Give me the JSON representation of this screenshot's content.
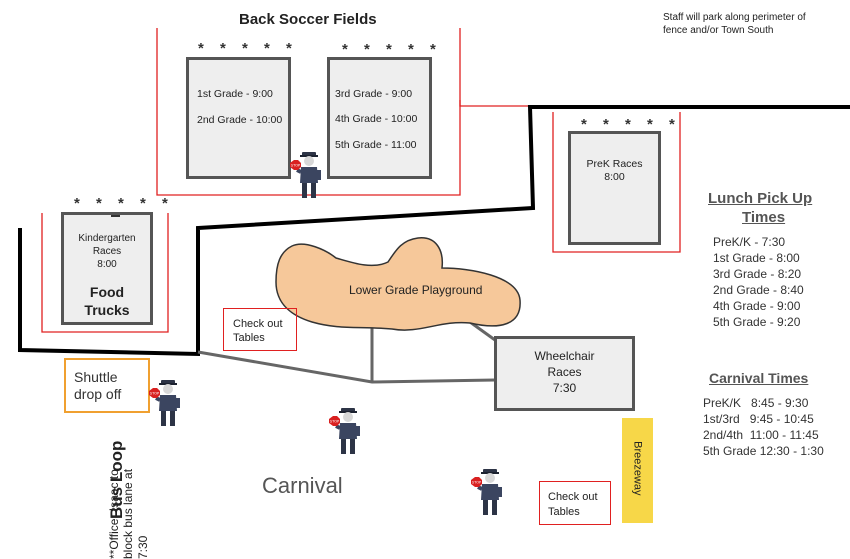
{
  "title": "Back Soccer Fields",
  "staff_note": [
    "Staff will park along perimeter of",
    "fence and/or Town South"
  ],
  "stars": "* * * * *",
  "field_left": [
    "1st Grade - 9:00",
    "2nd Grade - 10:00"
  ],
  "field_right": [
    "3rd Grade - 9:00",
    "4th Grade - 10:00",
    "5th Grade - 11:00"
  ],
  "prek": [
    "PreK Races",
    "8:00"
  ],
  "kinder": [
    "Kindergarten",
    "Races",
    "8:00"
  ],
  "food_trucks": [
    "Food",
    "Trucks"
  ],
  "playground": "Lower Grade Playground",
  "checkout_top": [
    "Check out",
    "Tables"
  ],
  "checkout_bottom": [
    "Check out",
    "Tables"
  ],
  "wheelchair": [
    "Wheelchair",
    "Races",
    "7:30"
  ],
  "shuttle": [
    "Shuttle",
    "drop off"
  ],
  "bus_loop": "Bus Loop",
  "bus_note": [
    "**Officer Isaac to",
    "block bus lane at",
    "7:30"
  ],
  "carnival": "Carnival",
  "breezeway": "Breezeway",
  "lunch": {
    "heading": [
      "Lunch Pick Up",
      "Times"
    ],
    "items": [
      "PreK/K - 7:30",
      "1st Grade - 8:00",
      "3rd Grade - 8:20",
      "2nd Grade - 8:40",
      "4th Grade - 9:00",
      "5th Grade - 9:20"
    ]
  },
  "carnival_times": {
    "heading": "Carnival Times",
    "items": [
      "PreK/K   8:45 - 9:30",
      "1st/3rd   9:45 - 10:45",
      "2nd/4th  11:00 - 11:45",
      "5th Grade 12:30 - 1:30"
    ]
  },
  "stop_sign": "STOP",
  "colors": {
    "border_red": "#e02020",
    "playground_fill": "#f6c89a",
    "breezeway_fill": "#f7d748",
    "shuttle_border": "#f0a030",
    "heading_gray": "#555555"
  }
}
